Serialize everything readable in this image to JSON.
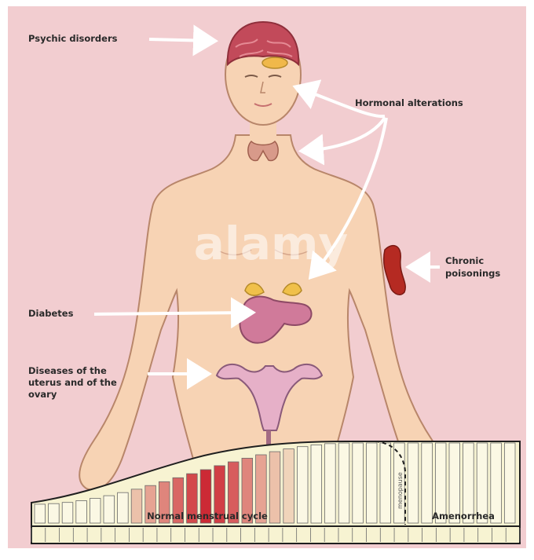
{
  "labels": {
    "psychic": "Psychic disorders",
    "hormonal": "Hormonal alterations",
    "chronic_line1": "Chronic",
    "chronic_line2": "poisonings",
    "diabetes": "Diabetes",
    "uterus_line1": "Diseases of the",
    "uterus_line2": "uterus and of the",
    "uterus_line3": "ovary",
    "normal_cycle": "Normal menstrual cycle",
    "amenorrhea": "Amenorrhea",
    "menopause": "menopause",
    "watermark": "alamy"
  },
  "colors": {
    "background": "#f2cdd0",
    "skin": "#f7d3b4",
    "outline": "#b8866a",
    "brain": "#c24a5a",
    "arrow": "#ffffff",
    "timeline_bg": "#f7f3d2",
    "cycle_red": "#cc2a35"
  }
}
